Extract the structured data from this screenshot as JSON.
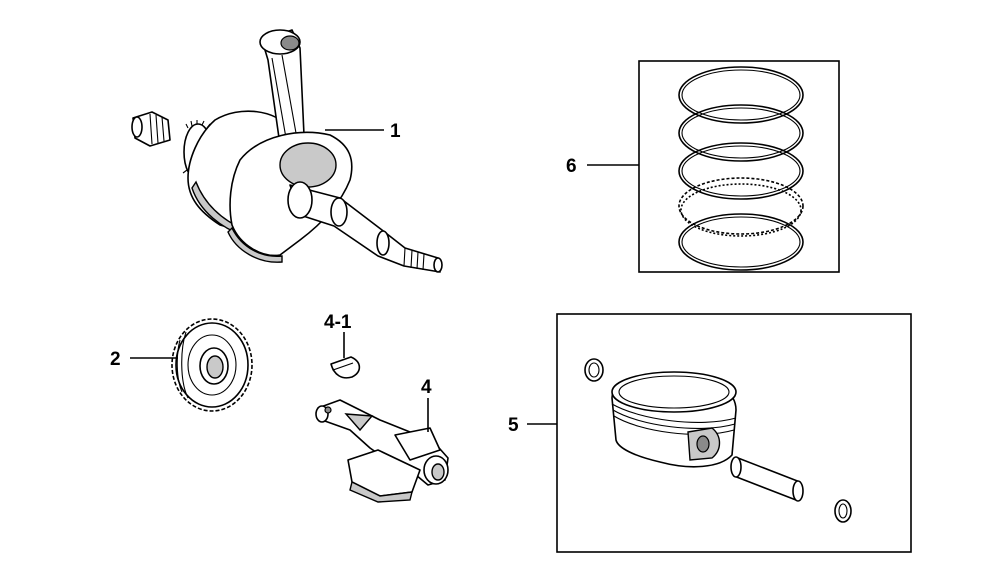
{
  "callouts": {
    "c1": "1",
    "c2": "2",
    "c4": "4",
    "c4_1": "4-1",
    "c5": "5",
    "c6": "6"
  },
  "parts": [
    {
      "ref": "1",
      "icon": "crankshaft-icon"
    },
    {
      "ref": "2",
      "icon": "gear-icon"
    },
    {
      "ref": "4",
      "icon": "balancer-shaft-icon"
    },
    {
      "ref": "4-1",
      "icon": "woodruff-key-icon"
    },
    {
      "ref": "5",
      "icon": "piston-icon"
    },
    {
      "ref": "6",
      "icon": "piston-rings-icon"
    }
  ],
  "colors": {
    "line": "#000000",
    "background": "#ffffff",
    "shade": "#c9c9c9"
  }
}
